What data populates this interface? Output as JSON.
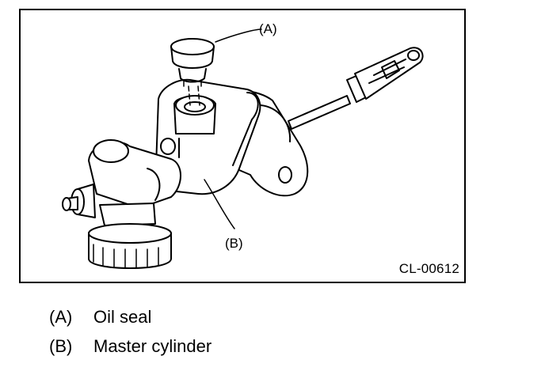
{
  "figure": {
    "code": "CL-00612",
    "callouts": [
      {
        "key": "(A)",
        "part": "oil-seal"
      },
      {
        "key": "(B)",
        "part": "master-cylinder"
      }
    ]
  },
  "legend": [
    {
      "key": "(A)",
      "label": "Oil seal"
    },
    {
      "key": "(B)",
      "label": "Master cylinder"
    }
  ],
  "colors": {
    "line": "#000000",
    "background": "#ffffff"
  }
}
